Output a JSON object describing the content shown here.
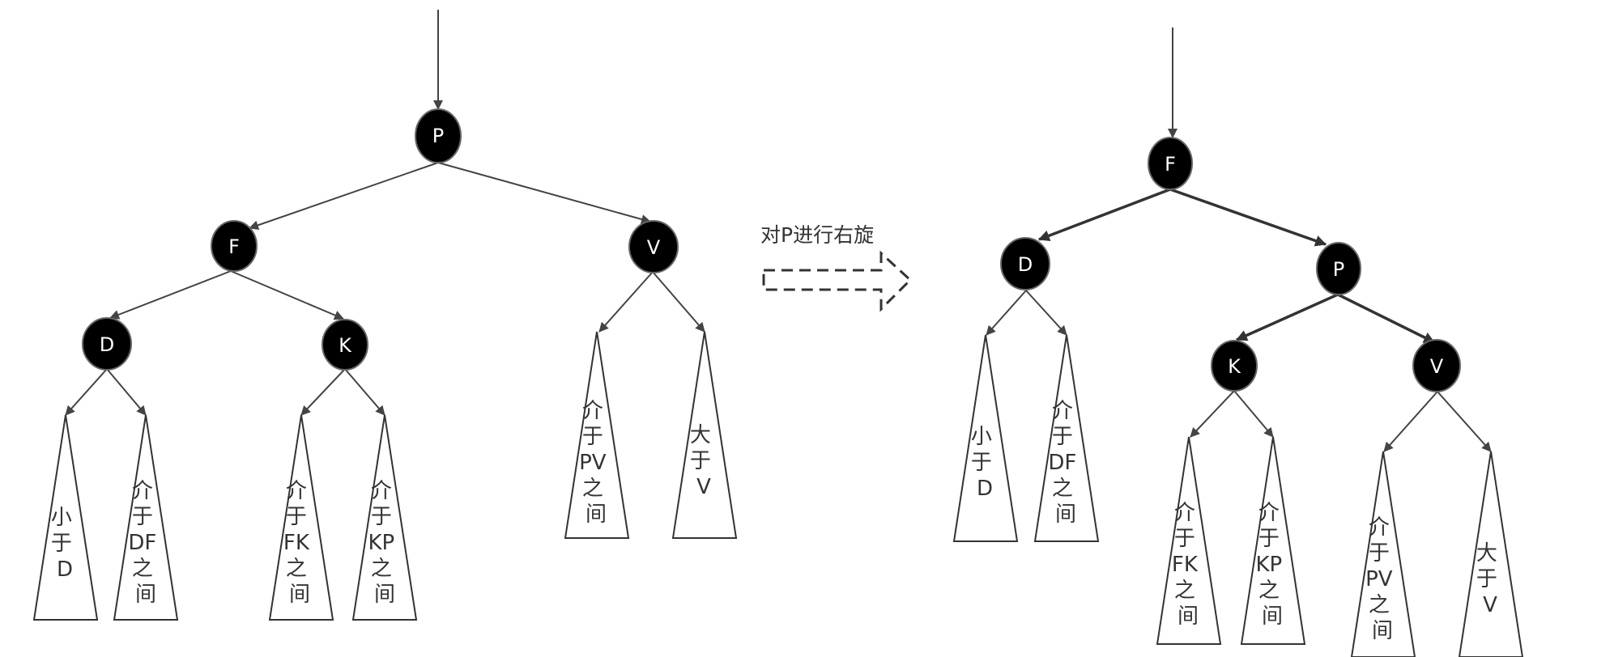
{
  "colors": {
    "node_fill": "#000000",
    "line": "#444444",
    "text": "#333333",
    "background": "#ffffff"
  },
  "operation": {
    "label": "对P进行右旋",
    "arrow_icon": "dashed-right-arrow"
  },
  "before": {
    "nodes": [
      {
        "id": "b_P",
        "label": "P"
      },
      {
        "id": "b_F",
        "label": "F"
      },
      {
        "id": "b_V",
        "label": "V"
      },
      {
        "id": "b_D",
        "label": "D"
      },
      {
        "id": "b_K",
        "label": "K"
      }
    ],
    "subtrees": [
      {
        "id": "b_lt_D",
        "lines": [
          "小",
          "于",
          "D"
        ]
      },
      {
        "id": "b_DF",
        "lines": [
          "介",
          "于",
          "DF",
          "之",
          "间"
        ]
      },
      {
        "id": "b_FK",
        "lines": [
          "介",
          "于",
          "FK",
          "之",
          "间"
        ]
      },
      {
        "id": "b_KP",
        "lines": [
          "介",
          "于",
          "KP",
          "之",
          "间"
        ]
      },
      {
        "id": "b_PV",
        "lines": [
          "介",
          "于",
          "PV",
          "之",
          "间"
        ]
      },
      {
        "id": "b_gt_V",
        "lines": [
          "大",
          "于",
          "V"
        ]
      }
    ]
  },
  "after": {
    "nodes": [
      {
        "id": "a_F",
        "label": "F"
      },
      {
        "id": "a_D",
        "label": "D"
      },
      {
        "id": "a_P",
        "label": "P"
      },
      {
        "id": "a_K",
        "label": "K"
      },
      {
        "id": "a_V",
        "label": "V"
      }
    ],
    "subtrees": [
      {
        "id": "a_lt_D",
        "lines": [
          "小",
          "于",
          "D"
        ]
      },
      {
        "id": "a_DF",
        "lines": [
          "介",
          "于",
          "DF",
          "之",
          "间"
        ]
      },
      {
        "id": "a_FK",
        "lines": [
          "介",
          "于",
          "FK",
          "之",
          "间"
        ]
      },
      {
        "id": "a_KP",
        "lines": [
          "介",
          "于",
          "KP",
          "之",
          "间"
        ]
      },
      {
        "id": "a_PV",
        "lines": [
          "介",
          "于",
          "PV",
          "之",
          "间"
        ]
      },
      {
        "id": "a_gt_V",
        "lines": [
          "大",
          "于",
          "V"
        ]
      }
    ]
  }
}
